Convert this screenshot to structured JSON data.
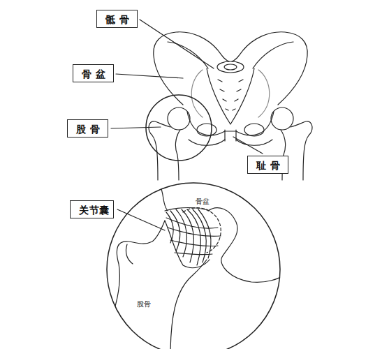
{
  "diagram": {
    "nodes": [
      {
        "text": [
          "骶骨"
        ]
      },
      {
        "text": [
          "骨盆"
        ]
      },
      {
        "text": [
          "股骨"
        ]
      },
      {
        "text": [
          "耻骨"
        ]
      },
      {
        "text": [
          "关节囊"
        ]
      }
    ],
    "labels": [
      "骨盆",
      "股骨"
    ]
  }
}
